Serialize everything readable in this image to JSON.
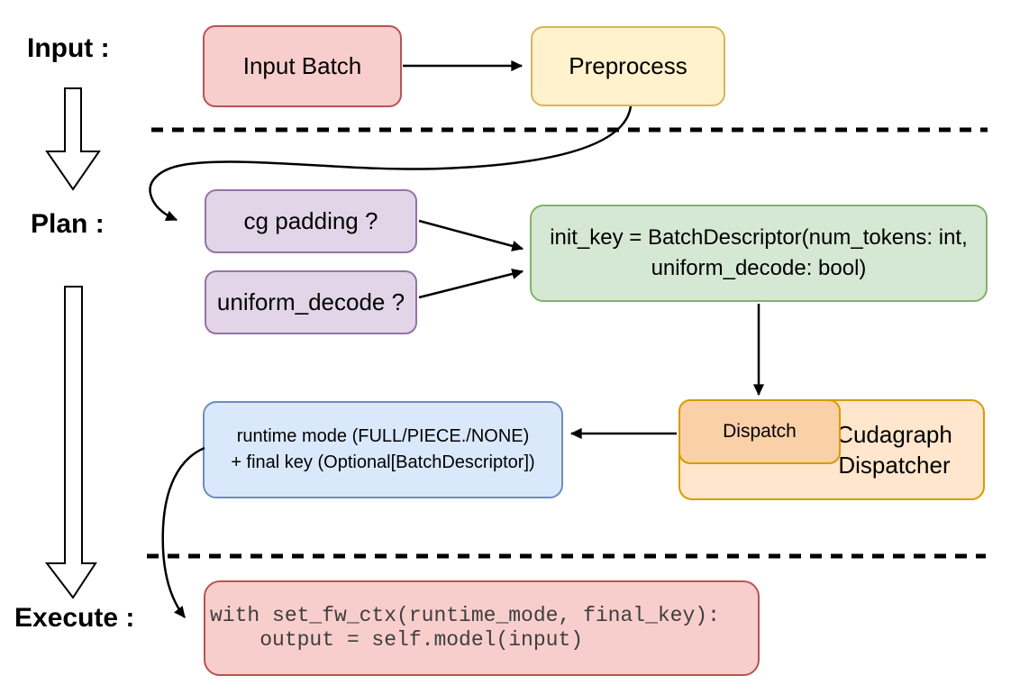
{
  "stage_labels": {
    "input": "Input :",
    "plan": "Plan :",
    "execute": "Execute :"
  },
  "nodes": {
    "input_batch": {
      "label": "Input Batch",
      "fill": "#f8cecc",
      "stroke": "#b85450"
    },
    "preprocess": {
      "label": "Preprocess",
      "fill": "#fff2cc",
      "stroke": "#d6b656"
    },
    "cg_padding": {
      "label": "cg padding ?",
      "fill": "#e1d5e7",
      "stroke": "#9673a6"
    },
    "uniform_decode": {
      "label": "uniform_decode ?",
      "fill": "#e1d5e7",
      "stroke": "#9673a6"
    },
    "init_key": {
      "line1": "init_key = BatchDescriptor(num_tokens: int,",
      "line2": "uniform_decode: bool)",
      "fill": "#d5e8d4",
      "stroke": "#82b366"
    },
    "dispatch": {
      "label": "Dispatch",
      "fill": "#fad0a8",
      "stroke": "#d79b00"
    },
    "cudagraph_dispatcher": {
      "line1": "Cudagraph",
      "line2": "Dispatcher",
      "fill": "#ffe6cc",
      "stroke": "#d79b00"
    },
    "runtime_mode": {
      "line1": "runtime mode (FULL/PIECE./NONE)",
      "line2": "+ final key (Optional[BatchDescriptor])",
      "fill": "#dae8fc",
      "stroke": "#6c8ebf"
    },
    "execute_code": {
      "line1": "with set_fw_ctx(runtime_mode, final_key):",
      "line2": "    output = self.model(input)",
      "fill": "#f8cecc",
      "stroke": "#b85450"
    }
  },
  "connector_color": "#000000",
  "code_text_color": "#3e3e3e"
}
